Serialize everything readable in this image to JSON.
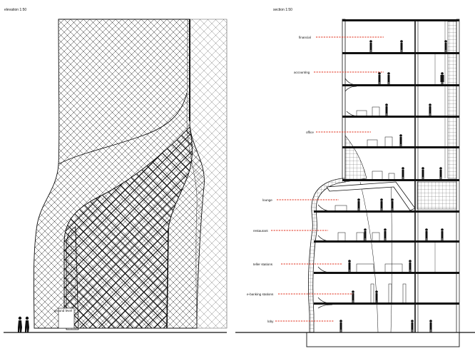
{
  "elevation": {
    "title": "elevation 1:50",
    "ground_label": "ground level"
  },
  "section": {
    "title": "section 1:50",
    "labels": [
      "financial",
      "accounting",
      "office",
      "lounge",
      "restaurant",
      "teller stations",
      "e-banking stations",
      "loby"
    ]
  },
  "colors": {
    "line": "#111111",
    "leader": "#e0301e",
    "background": "#ffffff"
  }
}
